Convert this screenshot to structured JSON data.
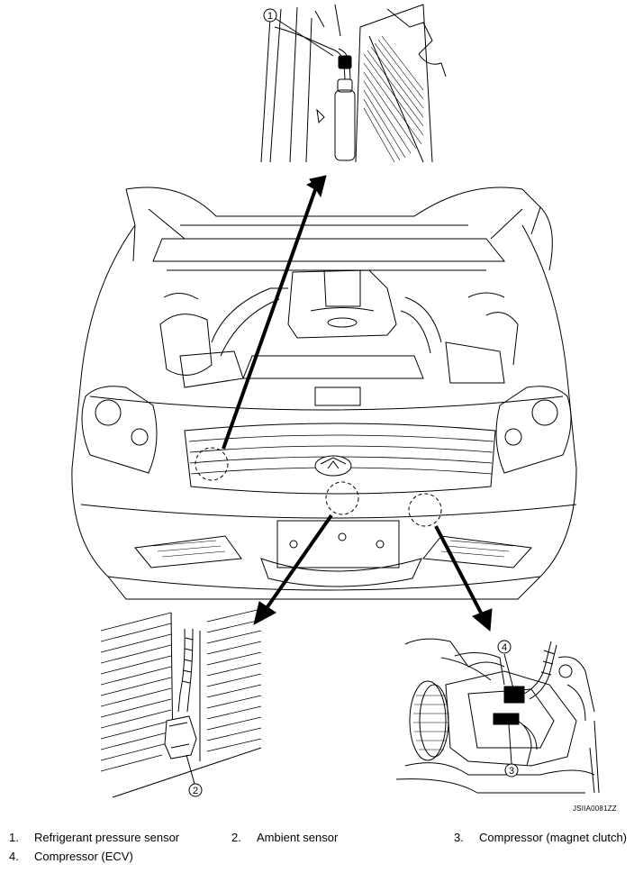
{
  "figure": {
    "reference_code": "JSIIA0081ZZ",
    "callouts": [
      "1",
      "2",
      "3",
      "4"
    ]
  },
  "legend": [
    {
      "number": "1.",
      "label": "Refrigerant pressure sensor"
    },
    {
      "number": "2.",
      "label": "Ambient sensor"
    },
    {
      "number": "3.",
      "label": "Compressor (magnet clutch)"
    },
    {
      "number": "4.",
      "label": "Compressor (ECV)"
    }
  ]
}
